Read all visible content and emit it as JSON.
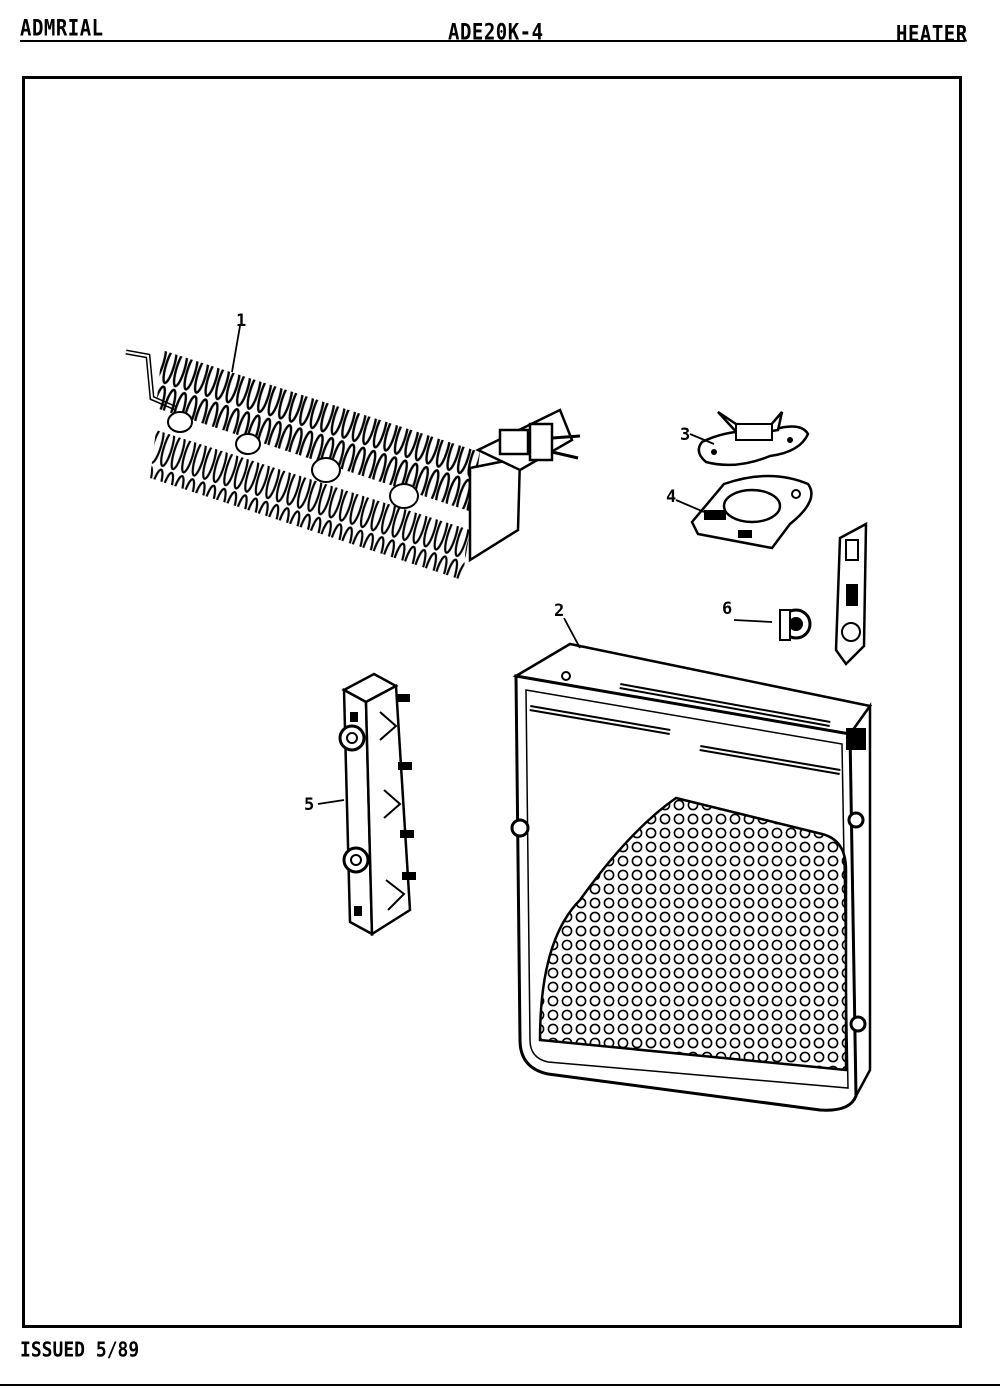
{
  "header": {
    "brand": "ADMRIAL",
    "model": "ADE20K-4",
    "section": "HEATER"
  },
  "footer": {
    "issued": "ISSUED 5/89"
  },
  "callouts": [
    "1",
    "2",
    "3",
    "4",
    "5",
    "6"
  ],
  "parts": {
    "heater_element": "heater-coil-icon",
    "heater_housing": "perforated-housing-icon",
    "thermostat": "thermostat-icon",
    "gasket": "gasket-icon",
    "terminal_block": "terminal-block-icon",
    "thermal_fuse": "thermal-fuse-icon"
  }
}
